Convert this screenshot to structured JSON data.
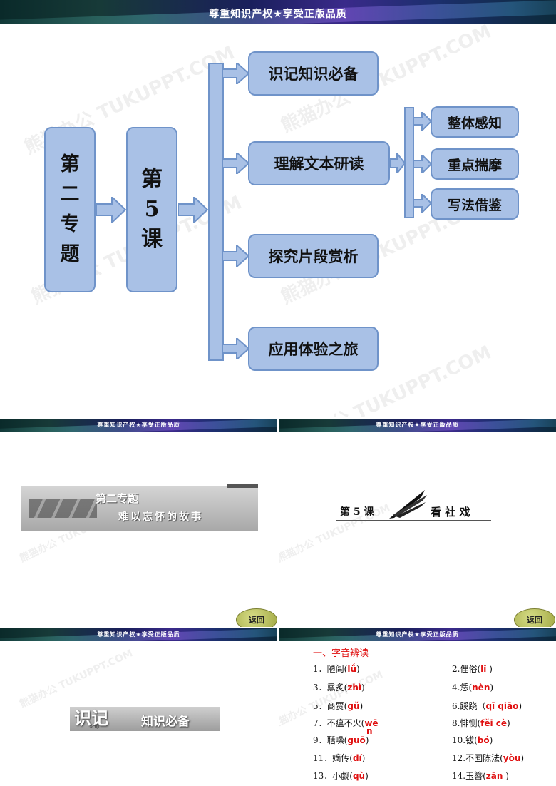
{
  "banner": {
    "text": "尊重知识产权★享受正版品质"
  },
  "watermark": {
    "text": "熊猫办公 TUKUPPT.COM"
  },
  "slide1": {
    "col1": [
      "第",
      "二",
      "专",
      "题"
    ],
    "col2": [
      "第",
      "5",
      "课"
    ],
    "branches": [
      "识记知识必备",
      "理解文本研读",
      "探究片段赏析",
      "应用体验之旅"
    ],
    "sub_branches": [
      "整体感知",
      "重点揣摩",
      "写法借鉴"
    ]
  },
  "slide2": {
    "title": "第二专题",
    "subtitle": "难以忘怀的故事",
    "back": "返回"
  },
  "slide3": {
    "lesson": "第 5 课",
    "title": "看 社 戏",
    "back": "返回"
  },
  "slide4": {
    "big": "识记",
    "pinyin_label": "SHIJI",
    "small": "知识必备"
  },
  "slide5": {
    "heading": "一、字音辨读",
    "items": [
      {
        "label": "1．陋闾(",
        "py": "lǘ",
        "end": ")"
      },
      {
        "label": "2.俚俗(",
        "py": "lǐ",
        "end": "  )"
      },
      {
        "label": "3．熏炙(",
        "py": "zhì",
        "end": ")"
      },
      {
        "label": "4.恁(",
        "py": "nèn",
        "end": ")"
      },
      {
        "label": "5．商贾(",
        "py": "gǔ",
        "end": ")"
      },
      {
        "label": "6.蹊跷（",
        "py": "qī qiāo",
        "end": ")"
      },
      {
        "label": "7．不瘟不火(",
        "py": "wē",
        "end": ""
      },
      {
        "label": "8.悱恻(",
        "py": "fěi cè",
        "end": ")"
      },
      {
        "label": "9．聒噪(",
        "py": "guō",
        "end": ")"
      },
      {
        "label": "10.钹(",
        "py": "bó",
        "end": ")"
      },
      {
        "label": "11．嫡传(",
        "py": "dí",
        "end": ")"
      },
      {
        "label": "12.不囿陈法(",
        "py": "yòu",
        "end": ")"
      },
      {
        "label": "13．小觑(",
        "py": "qù",
        "end": ")"
      },
      {
        "label": "14.玉簪(",
        "py": "zān",
        "end": "  )"
      }
    ],
    "stray": "n"
  }
}
